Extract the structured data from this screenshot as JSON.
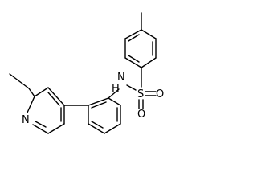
{
  "molecule": {
    "atoms": {
      "nh": "N",
      "nh_h": "H",
      "sulfur": "S",
      "oxygen_1": "O",
      "oxygen_2": "O",
      "pyridine_n": "N"
    }
  }
}
